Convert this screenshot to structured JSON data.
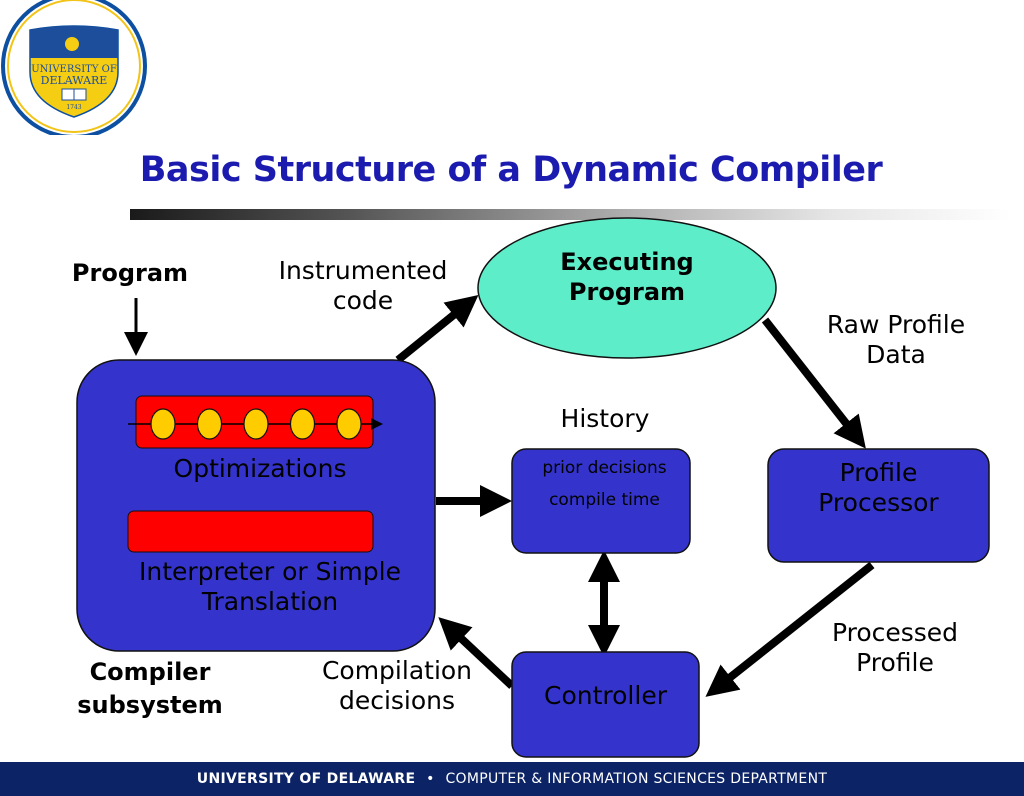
{
  "logo": {
    "line1": "UNIVERSITY OF",
    "line2": "DELAWARE",
    "year": "1743"
  },
  "title": "Basic Structure of a Dynamic Compiler",
  "labels": {
    "program": "Program",
    "instrumented_code": [
      "Instrumented",
      "code"
    ],
    "raw_profile_data": [
      "Raw Profile",
      "Data"
    ],
    "history": "History",
    "processed_profile": [
      "Processed",
      "Profile"
    ],
    "compilation_decisions": [
      "Compilation",
      "decisions"
    ],
    "compiler_subsystem": [
      "Compiler",
      "subsystem"
    ]
  },
  "nodes": {
    "executing_program": [
      "Executing",
      "Program"
    ],
    "compiler": {
      "optimizations": "Optimizations",
      "optimization_stage_count": 5,
      "interpreter": [
        "Interpreter or Simple",
        "Translation"
      ]
    },
    "history_box": [
      "prior decisions",
      "compile time"
    ],
    "profile_processor": [
      "Profile",
      "Processor"
    ],
    "controller": "Controller"
  },
  "colors": {
    "title": "#1b1bb0",
    "box_fill": "#3434cc",
    "ellipse_fill": "#5eedc9",
    "red_block": "#ff0000",
    "stage_circle": "#ffcc00",
    "footer_bg": "#0c2466"
  },
  "footer": {
    "university": "UNIVERSITY OF DELAWARE",
    "separator": "•",
    "department": "COMPUTER & INFORMATION SCIENCES DEPARTMENT"
  }
}
